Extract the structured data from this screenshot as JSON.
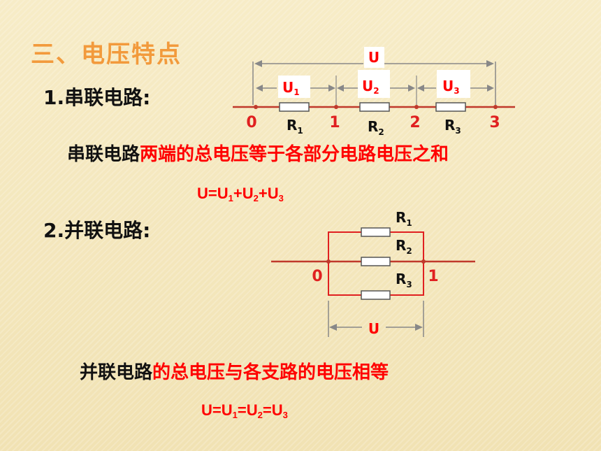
{
  "section_title": "三、电压特点",
  "series": {
    "heading": "1.串联电路:",
    "statement_black": "串联电路",
    "statement_red": "两端的总电压等于各部分电路电压之和",
    "formula": {
      "U": "U",
      "U1": "U",
      "U2": "U",
      "U3": "U",
      "sub1": "1",
      "sub2": "2",
      "sub3": "3",
      "eq": "=",
      "plus": "+"
    },
    "diagram": {
      "total_label": "U",
      "voltage_labels": [
        {
          "main": "U",
          "sub": "1"
        },
        {
          "main": "U",
          "sub": "2"
        },
        {
          "main": "U",
          "sub": "3"
        }
      ],
      "node_labels": [
        "0",
        "1",
        "2",
        "3"
      ],
      "resistor_labels": [
        {
          "main": "R",
          "sub": "1"
        },
        {
          "main": "R",
          "sub": "2"
        },
        {
          "main": "R",
          "sub": "3"
        }
      ]
    }
  },
  "parallel": {
    "heading": "2.并联电路:",
    "statement_black": "并联电路",
    "statement_red": "的总电压与各支路的电压相等",
    "formula_parts": [
      "U=U",
      "1",
      "=U",
      "2",
      "=U",
      "3"
    ],
    "diagram": {
      "total_label": "U",
      "node_labels": [
        "0",
        "1"
      ],
      "resistor_labels": [
        {
          "main": "R",
          "sub": "1"
        },
        {
          "main": "R",
          "sub": "2"
        },
        {
          "main": "R",
          "sub": "3"
        }
      ]
    }
  },
  "colors": {
    "title": "#f29a3c",
    "accent": "#ff0000",
    "text": "#111111",
    "wire_parallel": "#e02020"
  }
}
